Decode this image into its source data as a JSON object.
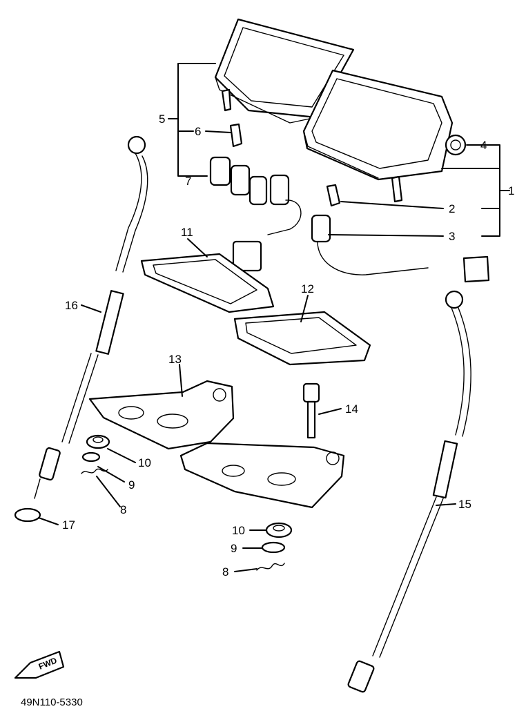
{
  "diagram": {
    "drawing_code": "49N110-5330",
    "direction_label": "FWD",
    "callouts": {
      "c1": "1",
      "c2": "2",
      "c3": "3",
      "c4": "4",
      "c5": "5",
      "c6": "6",
      "c7": "7",
      "c8a": "8",
      "c8b": "8",
      "c9a": "9",
      "c9b": "9",
      "c10a": "10",
      "c10b": "10",
      "c11": "11",
      "c12": "12",
      "c13": "13",
      "c14": "14",
      "c15": "15",
      "c16": "16",
      "c17": "17"
    }
  }
}
